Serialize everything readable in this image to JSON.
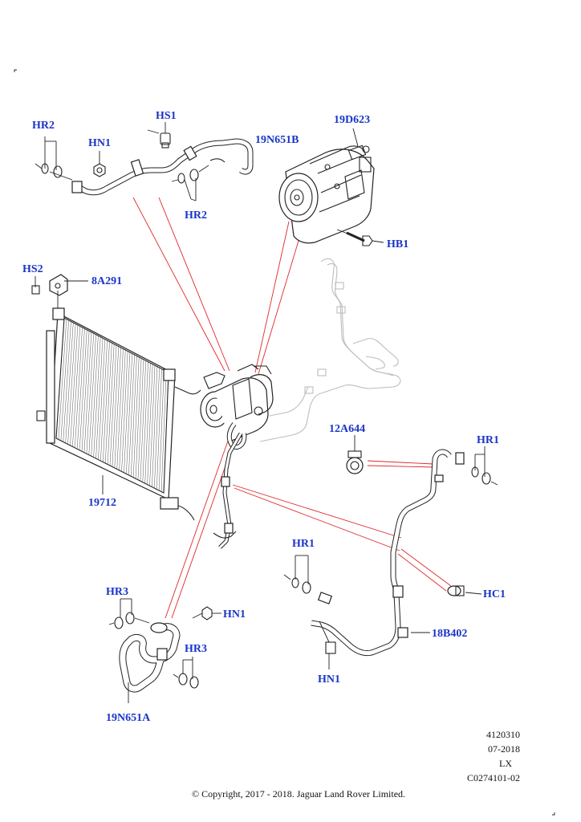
{
  "callouts": [
    {
      "id": "HR2_top_left",
      "text": "HR2"
    },
    {
      "id": "HN1_top",
      "text": "HN1"
    },
    {
      "id": "HS1",
      "text": "HS1"
    },
    {
      "id": "19N651B",
      "text": "19N651B"
    },
    {
      "id": "19D623",
      "text": "19D623"
    },
    {
      "id": "HR2_top_mid",
      "text": "HR2"
    },
    {
      "id": "HB1",
      "text": "HB1"
    },
    {
      "id": "HS2",
      "text": "HS2"
    },
    {
      "id": "8A291",
      "text": "8A291"
    },
    {
      "id": "12A644",
      "text": "12A644"
    },
    {
      "id": "HR1_right",
      "text": "HR1"
    },
    {
      "id": "19712",
      "text": "19712"
    },
    {
      "id": "HR1_mid",
      "text": "HR1"
    },
    {
      "id": "HC1",
      "text": "HC1"
    },
    {
      "id": "HR3_left",
      "text": "HR3"
    },
    {
      "id": "HN1_mid",
      "text": "HN1"
    },
    {
      "id": "HR3_right",
      "text": "HR3"
    },
    {
      "id": "18B402",
      "text": "18B402"
    },
    {
      "id": "HN1_bottom",
      "text": "HN1"
    },
    {
      "id": "19N651A",
      "text": "19N651A"
    }
  ],
  "meta": {
    "ref_number": "4120310",
    "date": "07-2018",
    "code": "LX",
    "illustration_id": "C0274101-02"
  },
  "copyright": "© Copyright, 2017 - 2018. Jaguar Land Rover Limited.",
  "colors": {
    "callout_text": "#1a35c8",
    "leader_line": "#e0272b",
    "line_art": "#222222",
    "ghost_art": "#bdbdbd"
  }
}
